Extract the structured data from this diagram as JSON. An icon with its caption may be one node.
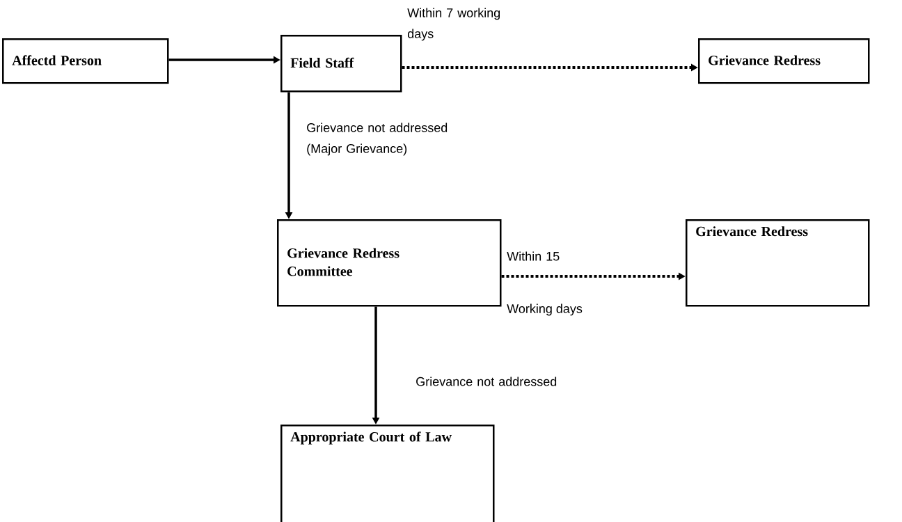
{
  "diagram": {
    "nodes": [
      {
        "text": [
          "Affectd Person"
        ]
      },
      {
        "text": [
          "Field Staff"
        ]
      },
      {
        "text": [
          "Grievance Redress"
        ]
      },
      {
        "text": [
          "Grievance Redress Committee"
        ]
      },
      {
        "text": [
          "Grievance Redress"
        ]
      },
      {
        "text": [
          "Appropriate Court of Law"
        ]
      }
    ],
    "edges": [
      {
        "from": 0,
        "to": 1,
        "arrow": "to"
      },
      {
        "from": 1,
        "to": 2,
        "arrow": "to",
        "style": "dashed",
        "label": "Within 7 working days"
      },
      {
        "from": 1,
        "to": 3,
        "arrow": "to",
        "label": "Grievance not addressed (Major Grievance)"
      },
      {
        "from": 3,
        "to": 4,
        "arrow": "to",
        "style": "dashed",
        "label": "Within 15"
      },
      {
        "from": 3,
        "to": 5,
        "arrow": "to",
        "label": "Grievance not addressed"
      }
    ],
    "labels": [
      "Working days"
    ]
  }
}
